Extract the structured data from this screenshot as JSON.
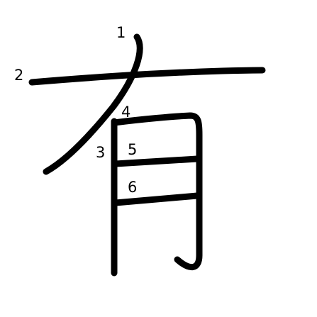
{
  "character": "有",
  "stroke_color": "#000000",
  "background_color": "#ffffff",
  "strokes": [
    {
      "order": 1,
      "label": "1",
      "direction": "left-falling"
    },
    {
      "order": 2,
      "label": "2",
      "direction": "horizontal"
    },
    {
      "order": 3,
      "label": "3",
      "direction": "vertical"
    },
    {
      "order": 4,
      "label": "4",
      "direction": "horizontal-turn-hook"
    },
    {
      "order": 5,
      "label": "5",
      "direction": "horizontal"
    },
    {
      "order": 6,
      "label": "6",
      "direction": "horizontal"
    }
  ]
}
